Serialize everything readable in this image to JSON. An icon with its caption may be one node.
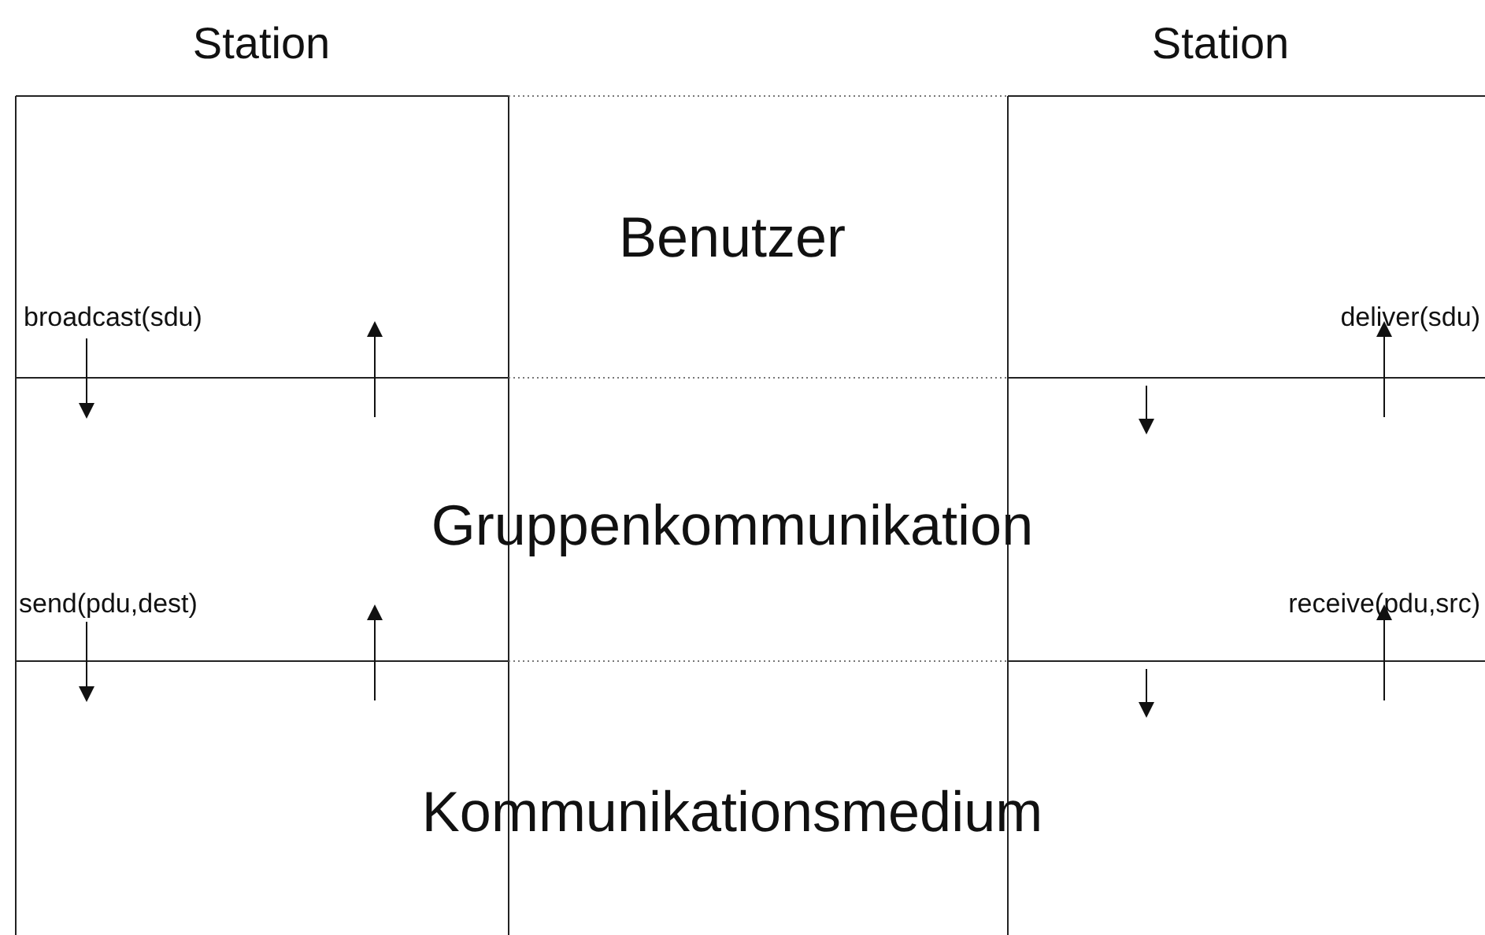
{
  "diagram": {
    "labels": [
      "Station",
      "Station",
      "Benutzer",
      "broadcast(sdu)",
      "deliver(sdu)",
      "Gruppenkommunikation",
      "send(pdu,dest)",
      "receive(pdu,src)",
      "Kommunikationsmedium"
    ]
  }
}
